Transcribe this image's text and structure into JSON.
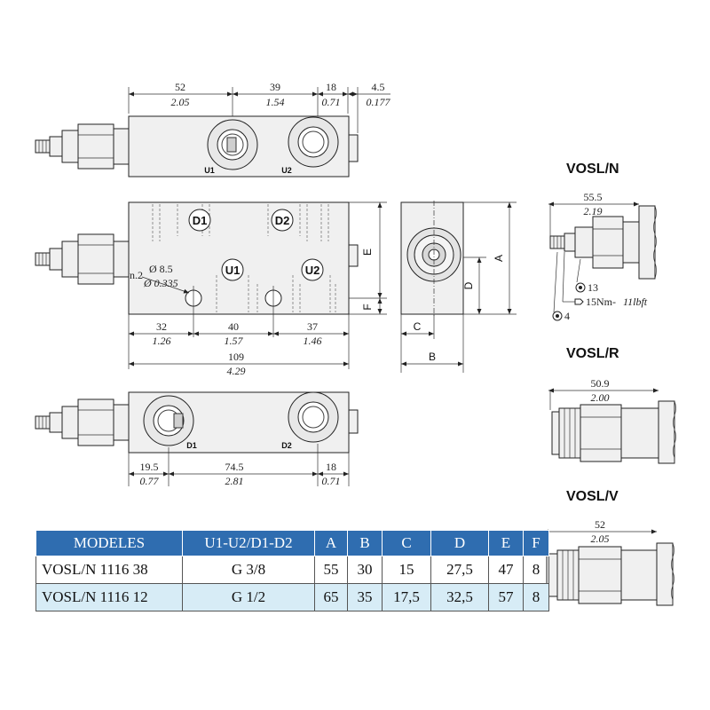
{
  "top_view": {
    "dims": [
      {
        "mm": "52",
        "in": "2.05"
      },
      {
        "mm": "39",
        "in": "1.54"
      },
      {
        "mm": "18",
        "in": "0.71"
      },
      {
        "mm": "4.5",
        "in": "0.177"
      }
    ],
    "ports": [
      "U1",
      "U2"
    ]
  },
  "front_view": {
    "ports": [
      "D1",
      "D2",
      "U1",
      "U2"
    ],
    "hole_note": "n.2",
    "hole_mm": "Ø 8.5",
    "hole_in": "Ø 0.335",
    "bottom_dims": [
      {
        "mm": "32",
        "in": "1.26"
      },
      {
        "mm": "40",
        "in": "1.57"
      },
      {
        "mm": "37",
        "in": "1.46"
      }
    ],
    "total": {
      "mm": "109",
      "in": "4.29"
    },
    "side_letters": [
      "E",
      "F"
    ]
  },
  "side_view": {
    "letters": [
      "A",
      "B",
      "C",
      "D"
    ]
  },
  "bottom_view": {
    "ports": [
      "D1",
      "D2"
    ],
    "dims": [
      {
        "mm": "19.5",
        "in": "0.77"
      },
      {
        "mm": "74.5",
        "in": "2.81"
      },
      {
        "mm": "18",
        "in": "0.71"
      }
    ]
  },
  "variants": [
    {
      "title": "VOSL/N",
      "mm": "55.5",
      "in": "2.19",
      "key_size": "13",
      "torque": "15Nm-",
      "torque_imp": "11lbft",
      "hex_size": "4"
    },
    {
      "title": "VOSL/R",
      "mm": "50.9",
      "in": "2.00"
    },
    {
      "title": "VOSL/V",
      "mm": "52",
      "in": "2.05"
    }
  ],
  "table": {
    "headers": [
      "MODELES",
      "U1-U2/D1-D2",
      "A",
      "B",
      "C",
      "D",
      "E",
      "F"
    ],
    "rows": [
      [
        "VOSL/N 1116 38",
        "G 3/8",
        "55",
        "30",
        "15",
        "27,5",
        "47",
        "8"
      ],
      [
        "VOSL/N 1116 12",
        "G 1/2",
        "65",
        "35",
        "17,5",
        "32,5",
        "57",
        "8"
      ]
    ],
    "header_color": "#2f6db0",
    "alt_row_color": "#d7ecf6"
  }
}
